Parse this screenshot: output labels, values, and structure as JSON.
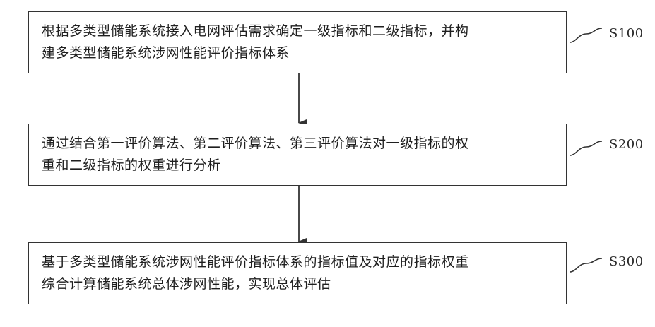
{
  "steps": [
    {
      "id": "S100",
      "line1": "根据多类型储能系统接入电网评估需求确定一级指标和二级指标，并构",
      "line2": "建多类型储能系统涉网性能评价指标体系"
    },
    {
      "id": "S200",
      "line1": "通过结合第一评价算法、第二评价算法、第三评价算法对一级指标的权",
      "line2": "重和二级指标的权重进行分析"
    },
    {
      "id": "S300",
      "line1": "基于多类型储能系统涉网性能评价指标体系的指标值及对应的指标权重",
      "line2": "综合计算储能系统总体涉网性能，实现总体评估"
    }
  ]
}
